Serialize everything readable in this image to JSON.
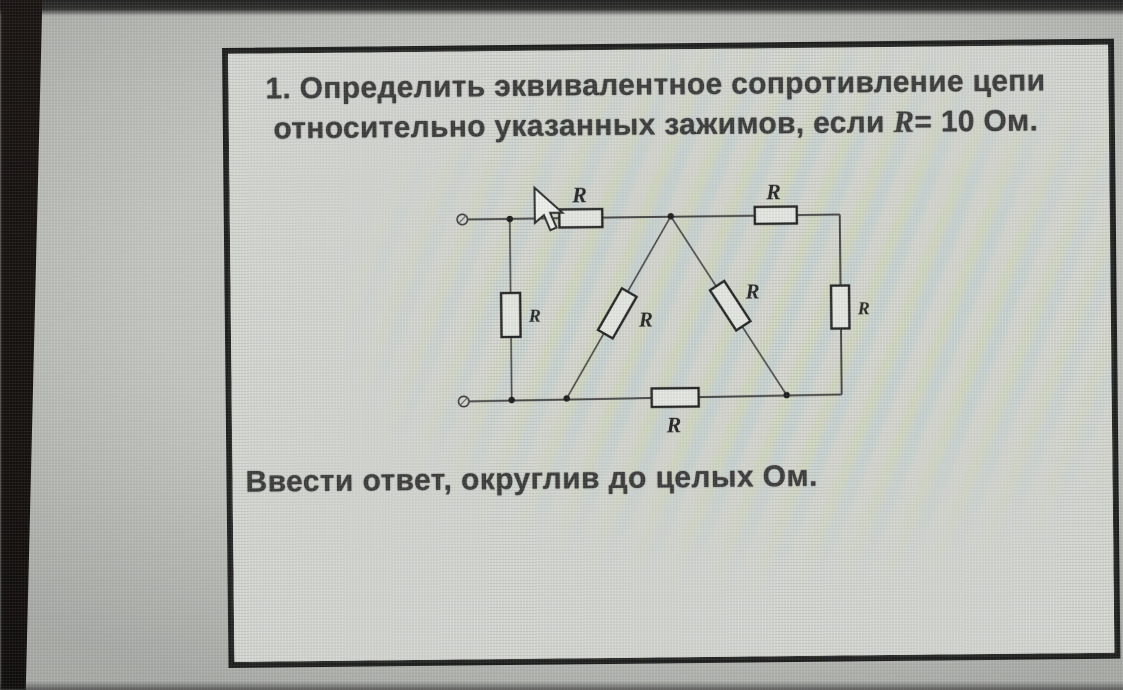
{
  "colors": {
    "screen_bg": "#c6c8c3",
    "box_bg": "#d5d7d2",
    "box_border": "#1c1c1c",
    "text": "#3c3c3c"
  },
  "problem": {
    "title_line1": "1. Определить эквивалентное сопротивление цепи",
    "title_line2_prefix": "относительно указанных зажимов, если ",
    "resistance_symbol": "R",
    "title_line2_suffix": "= 10 Ом.",
    "instruction": "Ввести ответ, округлив до целых Ом."
  },
  "circuit": {
    "components": [
      {
        "id": "resistor-top-left",
        "label": "R"
      },
      {
        "id": "resistor-top-right",
        "label": "R"
      },
      {
        "id": "resistor-left-vertical",
        "label": "R"
      },
      {
        "id": "resistor-diagonal-left",
        "label": "R"
      },
      {
        "id": "resistor-diagonal-right",
        "label": "R"
      },
      {
        "id": "resistor-right-vertical",
        "label": "R"
      },
      {
        "id": "resistor-bottom",
        "label": "R"
      }
    ]
  }
}
